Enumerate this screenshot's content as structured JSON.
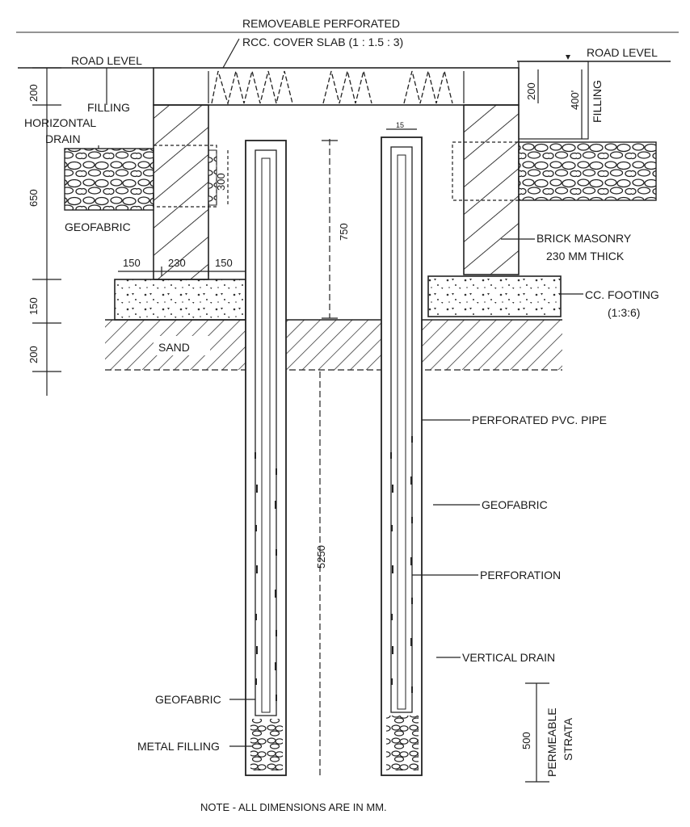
{
  "labels": {
    "slab_title_line1": "REMOVEABLE PERFORATED",
    "slab_title_line2": "RCC. COVER SLAB (1 : 1.5 : 3)",
    "road_level_left": "ROAD LEVEL",
    "road_level_right": "ROAD LEVEL",
    "filling_left": "FILLING",
    "horizontal_drain_line1": "HORIZONTAL",
    "horizontal_drain_line2": "DRAIN",
    "geofabric_left": "GEOFABRIC",
    "filling_right": "FILLING",
    "brick_masonry_line1": "BRICK MASONRY",
    "brick_masonry_line2": "230 MM THICK",
    "cc_footing_line1": "CC. FOOTING",
    "cc_footing_line2": "(1:3:6)",
    "sand": "SAND",
    "perforated_pvc_pipe": "PERFORATED PVC. PIPE",
    "geofabric_right": "GEOFABRIC",
    "perforation": "PERFORATION",
    "vertical_drain": "VERTICAL DRAIN",
    "geofabric_bottom": "GEOFABRIC",
    "metal_filling": "METAL FILLING",
    "permeable_strata_line1": "PERMEABLE",
    "permeable_strata_line2": "STRATA",
    "note": "NOTE - ALL DIMENSIONS ARE IN MM."
  },
  "dimensions": {
    "left_200_top": "200",
    "left_650": "650",
    "left_150": "150",
    "left_200_bottom": "200",
    "footing_150_left": "150",
    "wall_230": "230",
    "footing_150_right": "150",
    "drain_300": "300",
    "depth_750": "750",
    "depth_5250": "5250",
    "pipe_15": "15",
    "right_200": "200",
    "right_400": "400'",
    "strata_500": "500"
  }
}
